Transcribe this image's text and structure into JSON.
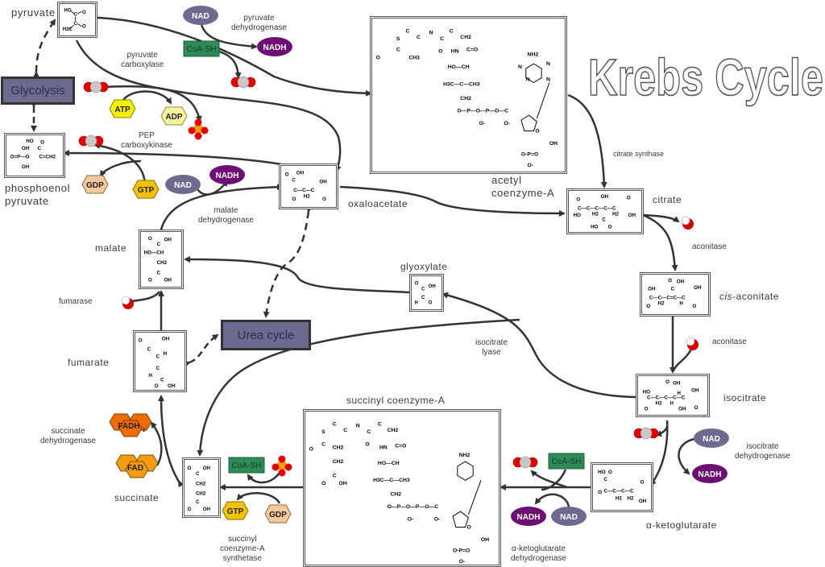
{
  "title": "Krebs Cycle",
  "pathways": {
    "glycolysis": "Glycolysis",
    "urea_cycle": "Urea cycle"
  },
  "molecules": {
    "pyruvate": "pyruvate",
    "phosphoenol_pyruvate": [
      "phosphoenol",
      "pyruvate"
    ],
    "acetyl_coa": [
      "acetyl",
      "coenzyme-A"
    ],
    "citrate": "citrate",
    "cis_aconitate_prefix": "cis",
    "cis_aconitate_suffix": "-aconitate",
    "isocitrate": "isocitrate",
    "alpha_ketoglutarate": "α-ketoglutarate",
    "succinyl_coa": "succinyl coenzyme-A",
    "succinate": "succinate",
    "fumarate": "fumarate",
    "malate": "malate",
    "oxaloacetate": "oxaloacetate",
    "glyoxylate": "glyoxylate"
  },
  "enzymes": {
    "pyruvate_dehydrogenase": [
      "pyruvate",
      "dehydrogenase"
    ],
    "pyruvate_carboxylase": [
      "pyruvate",
      "carboxylase"
    ],
    "pep_carboxykinase": [
      "PEP",
      "carboxykinase"
    ],
    "citrate_synthase": "citrate synthase",
    "aconitase_1": "aconitase",
    "aconitase_2": "aconitase",
    "isocitrate_dehydrogenase": [
      "isocitrate",
      "dehydrogenase"
    ],
    "alpha_kg_dehydrogenase": [
      "α-ketoglutarate",
      "dehydrogenase"
    ],
    "succinyl_coa_synthetase": [
      "succinyl",
      "coenzyme-A",
      "synthetase"
    ],
    "succinate_dehydrogenase": [
      "succinate",
      "dehydrogenase"
    ],
    "fumarase": "fumarase",
    "malate_dehydrogenase": [
      "malate",
      "dehydrogenase"
    ],
    "isocitrate_lyase": [
      "isocitrate",
      "lyase"
    ]
  },
  "cofactors": {
    "nad": "NAD",
    "nadh": "NADH",
    "coa_sh": "CoA-SH",
    "atp": "ATP",
    "adp": "ADP",
    "gtp": "GTP",
    "gdp": "GDP",
    "fad": "FAD",
    "fadh2": "FADH",
    "fadh2_sub": "2"
  },
  "colors": {
    "nad": "#6b6b8f",
    "nadh": "#6e0f74",
    "coa_sh": "#2e8b57",
    "atp": "#f5f000",
    "adp": "#f7f5a0",
    "gtp": "#f2c200",
    "gdp": "#f4c89a",
    "fad": "#f39c12",
    "fadh2": "#ef6c00",
    "pathway_box": "#6b6b8f",
    "co2_oxygen": "#e00000",
    "co2_carbon": "#c8c8c8",
    "arrow": "#333333"
  }
}
